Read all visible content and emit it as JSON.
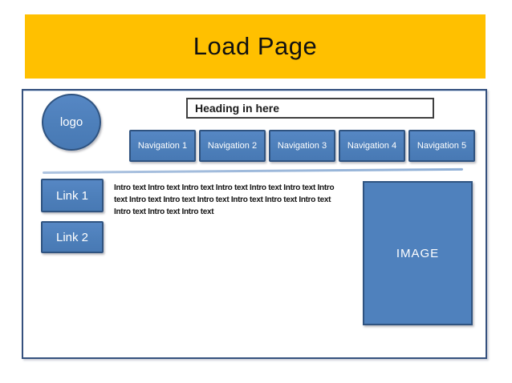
{
  "page": {
    "title": "Load Page"
  },
  "wireframe": {
    "logo_label": "logo",
    "heading": "Heading in here",
    "nav_items": [
      {
        "label": "Navigation 1"
      },
      {
        "label": "Navigation 2"
      },
      {
        "label": "Navigation 3"
      },
      {
        "label": "Navigation 4"
      },
      {
        "label": "Navigation 5"
      }
    ],
    "links": [
      {
        "label": "Link 1"
      },
      {
        "label": "Link 2"
      }
    ],
    "intro_lines": [
      "Intro text Intro text  Intro text  Intro text  Intro text Intro text Intro",
      "text Intro text Intro text Intro text  Intro text  Intro text  Intro text",
      "Intro text Intro text Intro text"
    ],
    "image_label": "IMAGE"
  },
  "colors": {
    "banner": "#FFC000",
    "shape_fill": "#4F81BD",
    "shape_border": "#2F5380",
    "frame_border": "#35517E",
    "divider": "#95B3D7",
    "title_text": "#111111",
    "shape_text": "#FFFFFF"
  }
}
